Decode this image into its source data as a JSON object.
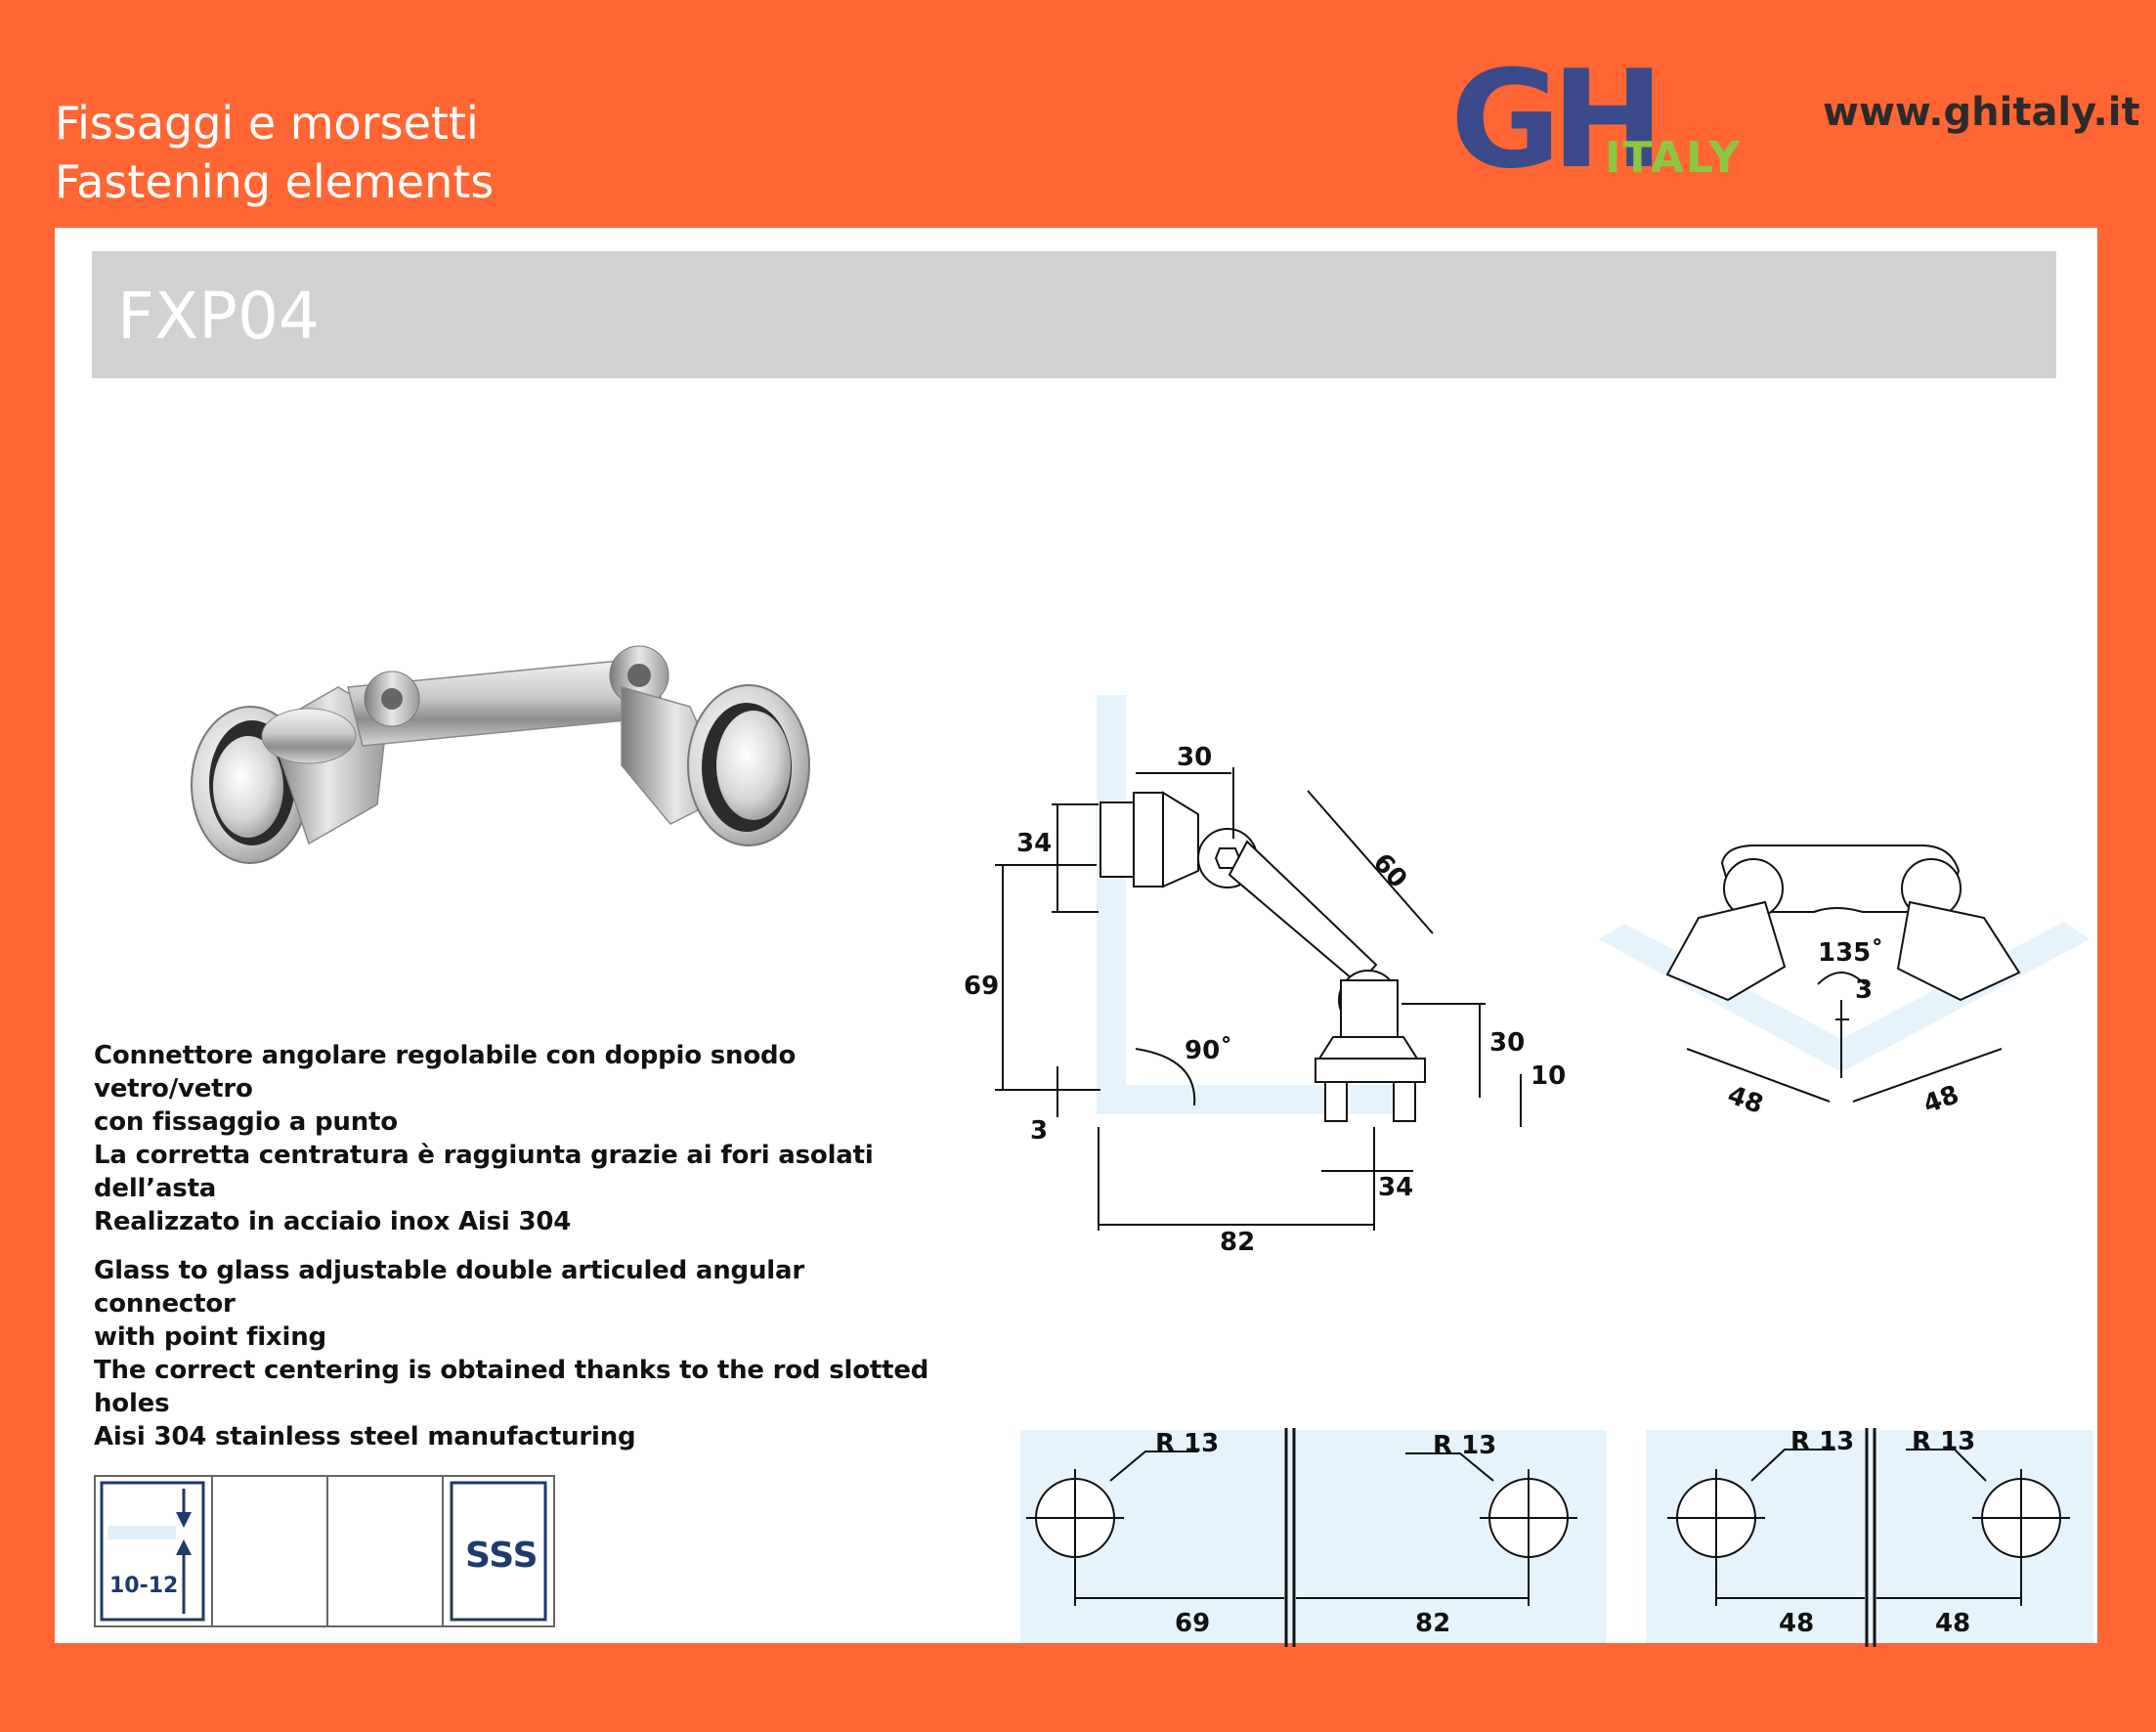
{
  "header": {
    "category_it": "Fissaggi e morsetti",
    "category_en": "Fastening elements",
    "logo_letters": "GH",
    "logo_sub": "ITALY",
    "website": "www.ghitaly.it",
    "colors": {
      "background": "#ff6633",
      "logo_blue": "#3b4a8a",
      "logo_green": "#8dc63f"
    }
  },
  "product": {
    "code": "FXP04"
  },
  "drawing": {
    "dim_30_top": "30",
    "dim_34_left": "34",
    "dim_60": "60",
    "dim_69": "69",
    "angle_90": "90˚",
    "dim_3": "3",
    "dim_30_right": "30",
    "dim_10": "10",
    "dim_34_bottom": "34",
    "dim_82": "82",
    "angle_135": "135˚",
    "dim_3_angled": "3",
    "dim_48_left": "48",
    "dim_48_right": "48"
  },
  "holes": {
    "left_panel": {
      "r1": "R 13",
      "r2": "R 13",
      "d1": "69",
      "d2": "82"
    },
    "right_panel": {
      "r1": "R 13",
      "r2": "R 13",
      "d1": "48",
      "d2": "48"
    }
  },
  "description_it": [
    "Connettore angolare regolabile con doppio snodo vetro/vetro",
    "con fissaggio a punto",
    "La corretta centratura è raggiunta grazie ai fori asolati",
    "dell’asta",
    "Realizzato in acciaio inox Aisi 304"
  ],
  "description_en": [
    "Glass to glass adjustable double articuled angular connector",
    "with point fixing",
    "The correct centering is obtained thanks to the rod slotted",
    "holes",
    "Aisi 304 stainless steel manufacturing"
  ],
  "icons": {
    "glass_thickness": "10-12",
    "finish": "SSS"
  }
}
